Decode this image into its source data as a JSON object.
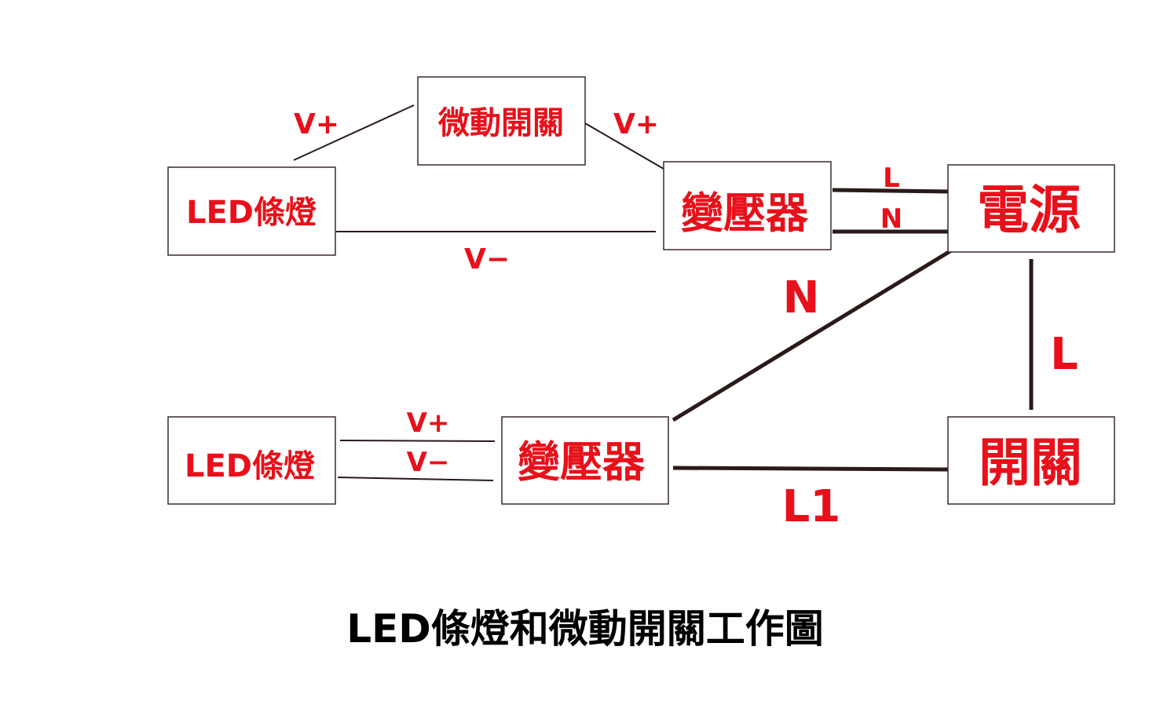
{
  "colors": {
    "label": "#e8101a",
    "wire": "#2a1a1a"
  },
  "nodes": {
    "led_top": "LED條燈",
    "micro_switch": "微動開關",
    "transformer_top": "變壓器",
    "power": "電源",
    "led_bottom": "LED條燈",
    "transformer_bottom": "變壓器",
    "switch": "開關"
  },
  "wires": {
    "led_to_micro": "V+",
    "micro_to_transformer": "V+",
    "led_to_transformer_neg": "V−",
    "top_L": "L",
    "top_N": "N",
    "power_to_bottom_N": "N",
    "power_to_switch_L": "L",
    "bottom_vplus": "V+",
    "bottom_vminus": "V−",
    "switch_to_transformer_L1": "L1"
  },
  "title": "LED條燈和微動開關工作圖"
}
